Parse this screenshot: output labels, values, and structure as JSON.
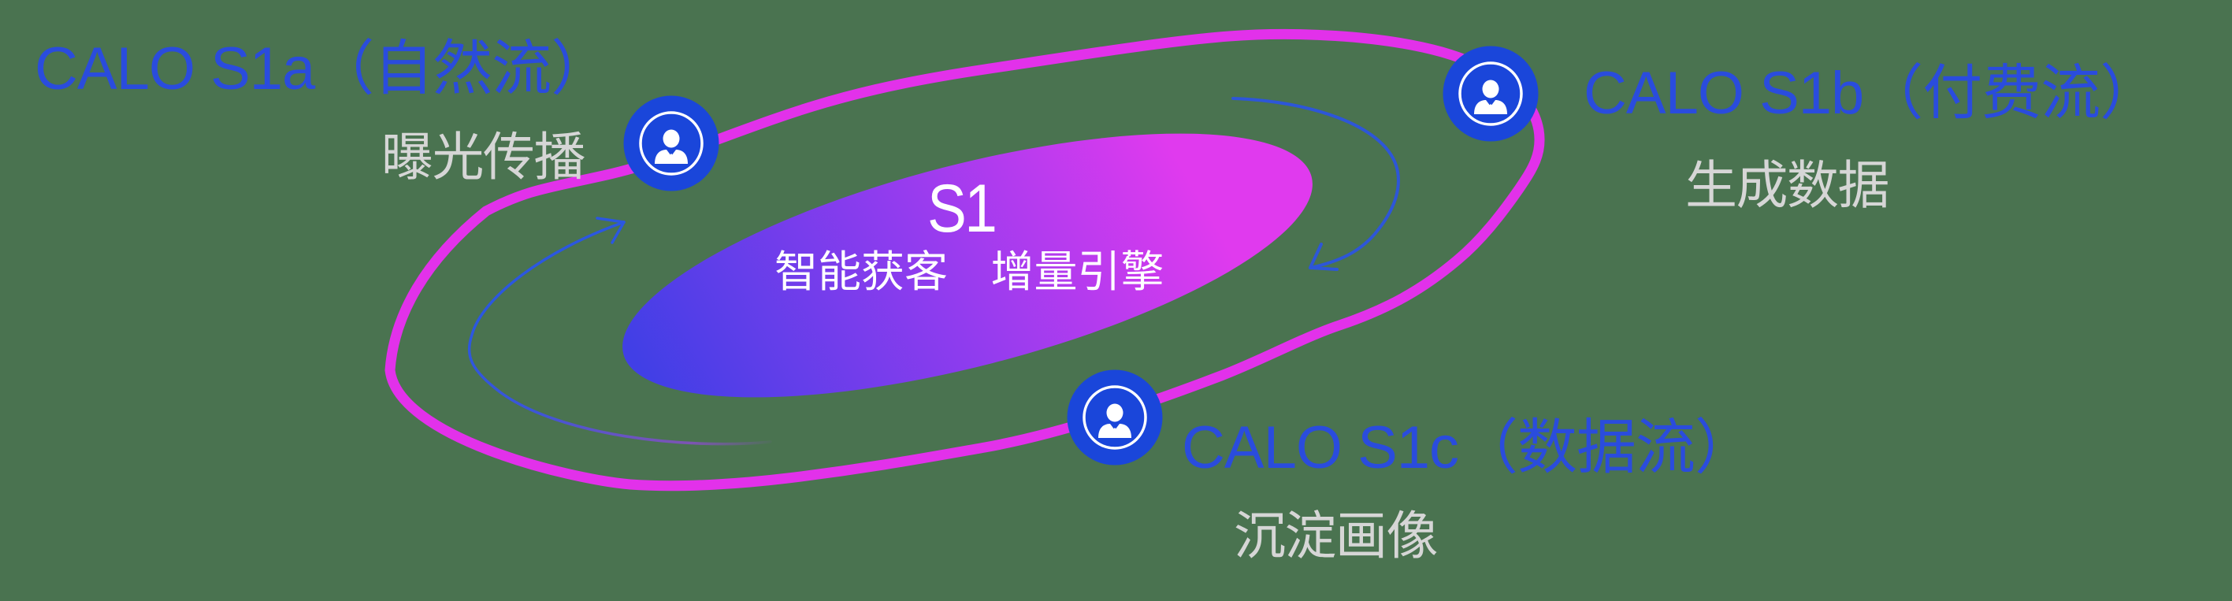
{
  "background_color": "#4a7350",
  "diagram": {
    "center_label": {
      "title": "S1",
      "subtitle": "智能获客  增量引擎"
    },
    "orbit_color": "#e231ea",
    "inner_gradient": [
      "#413fe6",
      "#8f3cee",
      "#e03aee"
    ],
    "node_color": "#1a46da",
    "arrow_color": "#2d56d8",
    "nodes": [
      {
        "id": "s1a",
        "title": "CALO S1a（自然流）",
        "subtitle": "曝光传播"
      },
      {
        "id": "s1b",
        "title": "CALO S1b（付费流）",
        "subtitle": "生成数据"
      },
      {
        "id": "s1c",
        "title": "CALO S1c（数据流）",
        "subtitle": "沉淀画像"
      }
    ]
  }
}
